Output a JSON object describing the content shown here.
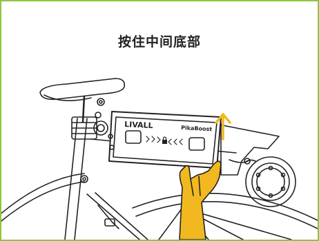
{
  "instruction": {
    "text": "按住中间底部"
  },
  "device": {
    "brand_logo": "LIVALL",
    "model_label": "PikaBoost"
  },
  "colors": {
    "border": "#8cc63f",
    "hand": "#f2b81f",
    "arrow": "#f2b81f",
    "line": "#222222"
  },
  "icons": {
    "arrow": "up-arrow-icon",
    "hand": "hand-icon",
    "lock": "lock-icon"
  }
}
